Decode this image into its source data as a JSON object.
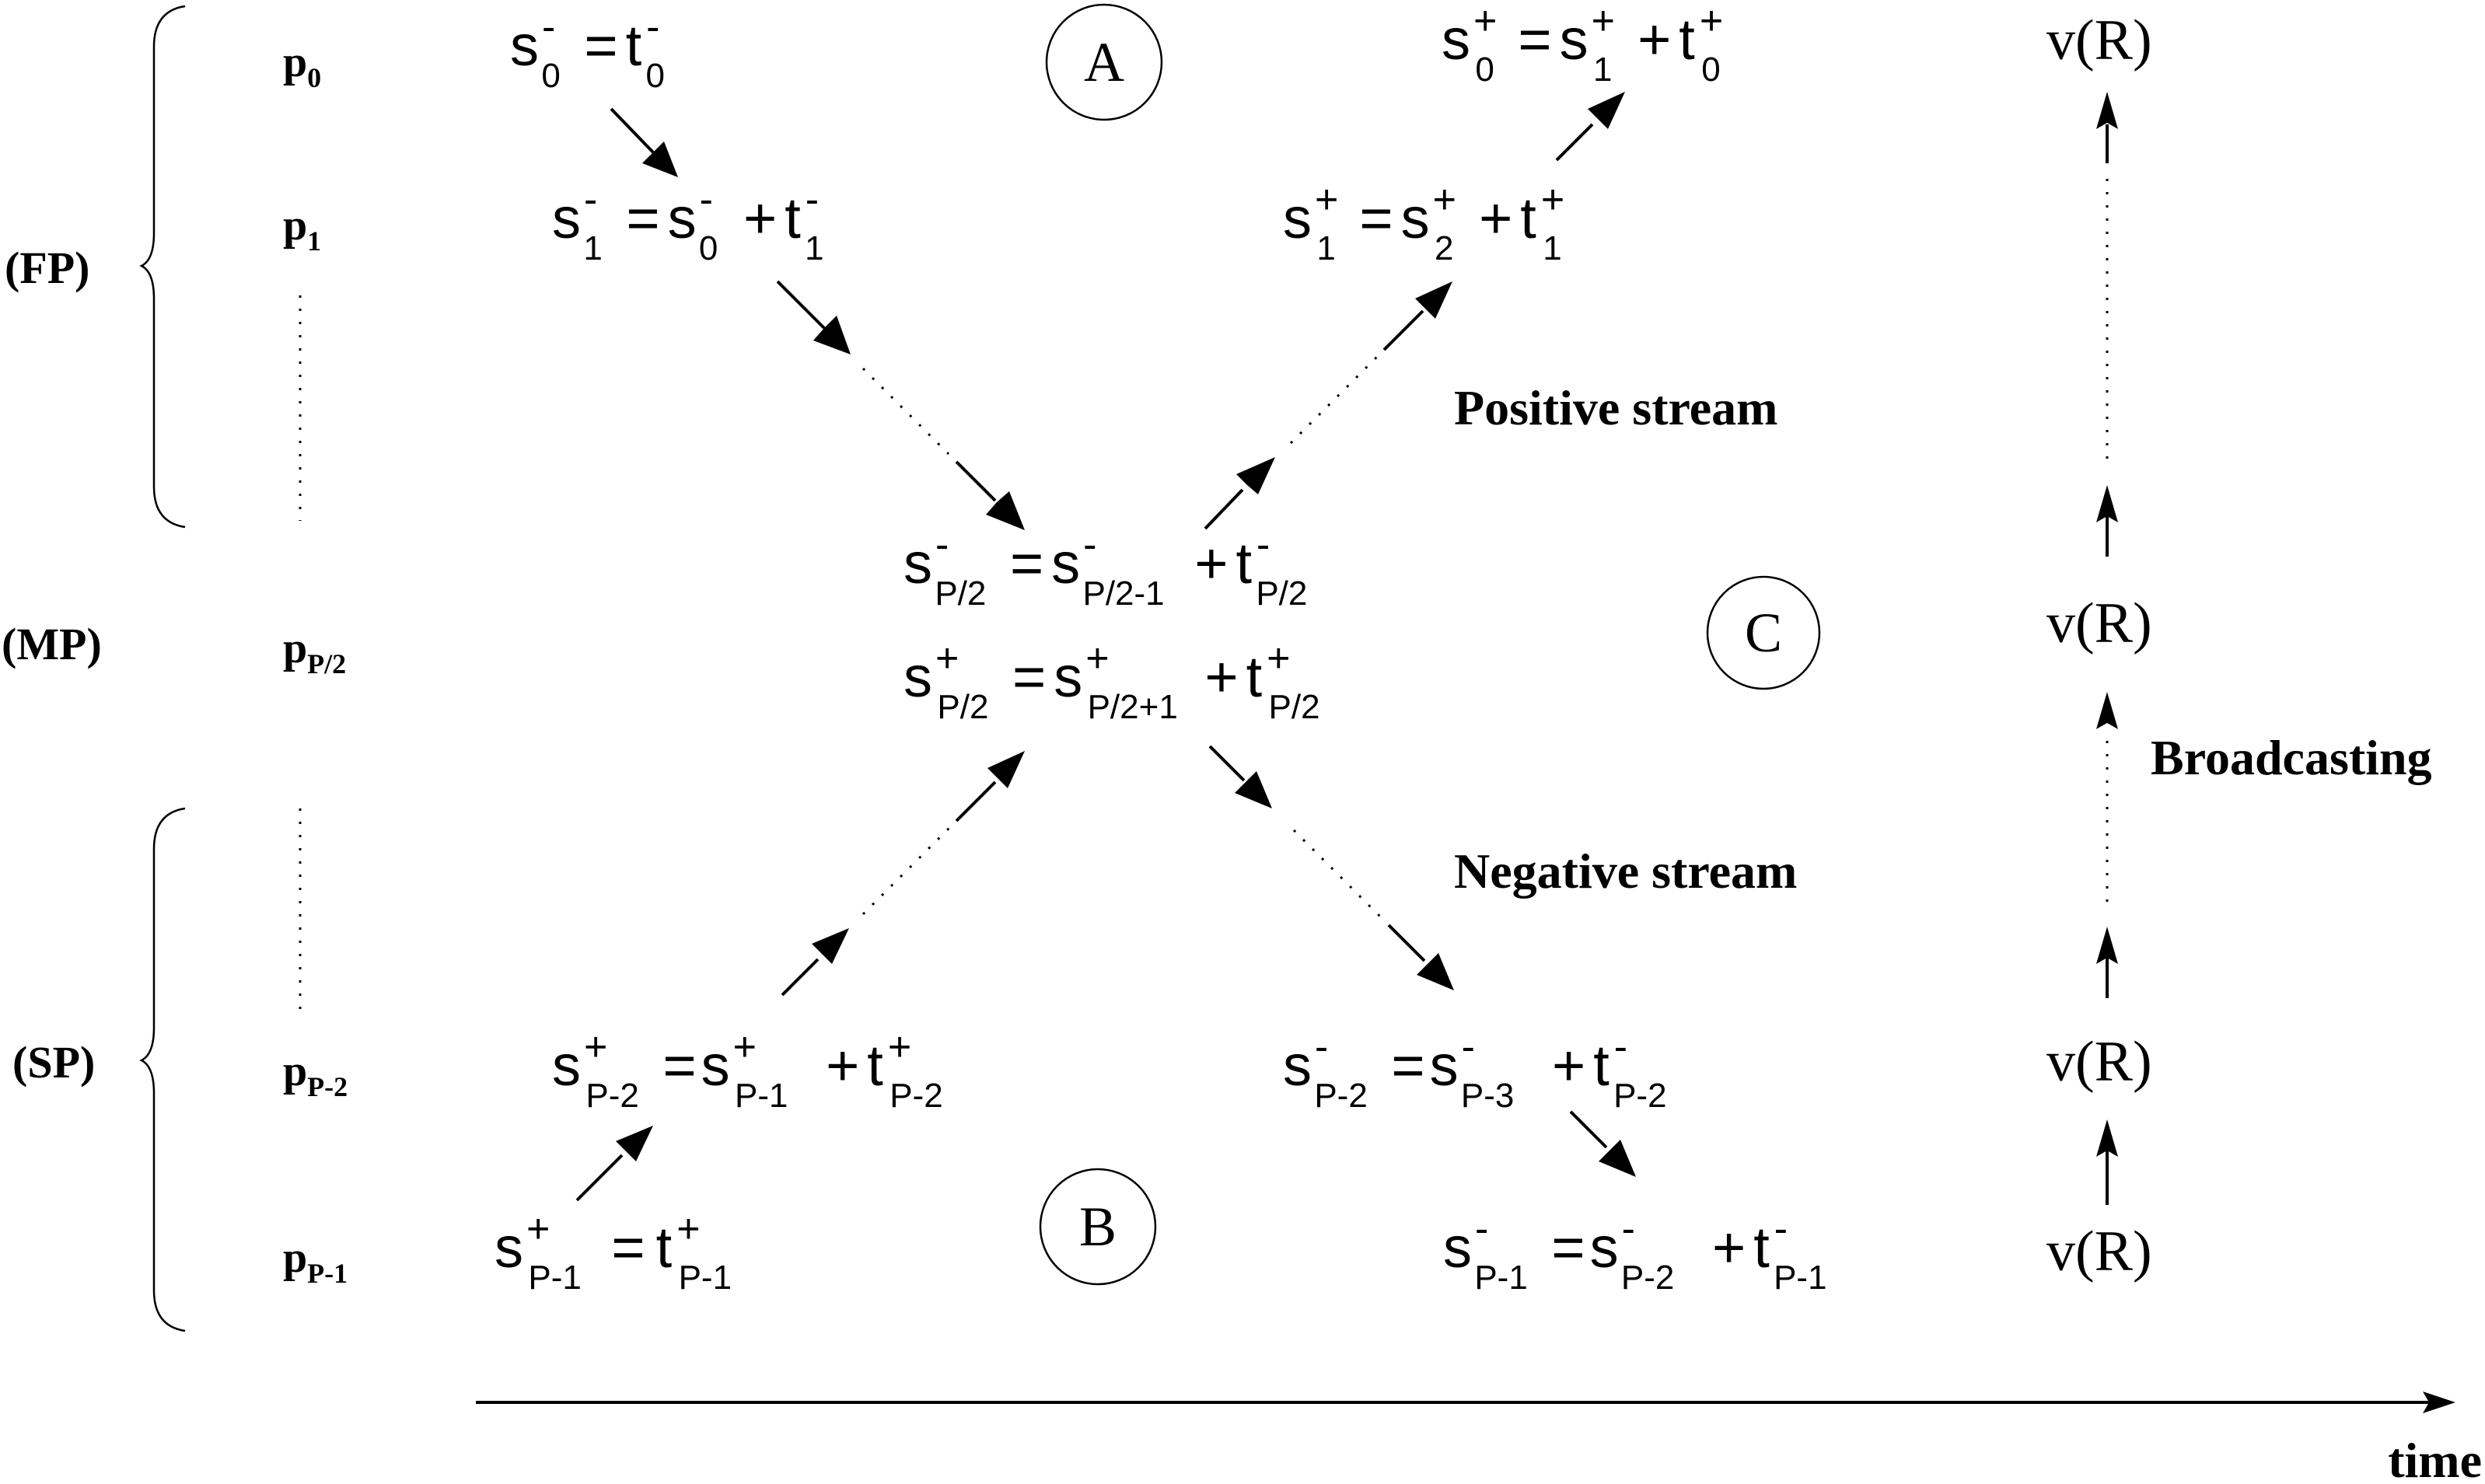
{
  "groups": {
    "fp": "(FP)",
    "mp": "(MP)",
    "sp": "(SP)"
  },
  "rows": {
    "p0": {
      "base": "p",
      "sub": "0"
    },
    "p1": {
      "base": "p",
      "sub": "1"
    },
    "pmid": {
      "base": "p",
      "sub": "P/2"
    },
    "pp2": {
      "base": "p",
      "sub": "P-2"
    },
    "pp1": {
      "base": "p",
      "sub": "P-1"
    }
  },
  "circles": {
    "a": "A",
    "b": "B",
    "c": "C"
  },
  "streams": {
    "positive": "Positive stream",
    "negative": "Negative stream",
    "broadcast": "Broadcasting"
  },
  "axis": {
    "time": "time"
  },
  "vr": {
    "label": "v(R)"
  },
  "symbols": {
    "s": "s",
    "t": "t",
    "eq": "=",
    "plus": "+",
    "minus": "-"
  },
  "formulas": {
    "sm0": {
      "l": "0",
      "r1": "0"
    },
    "sm1": {
      "l": "1",
      "r1": "0",
      "r2": "1"
    },
    "smh": {
      "l": "P/2",
      "r1": "P/2-1",
      "r2": "P/2"
    },
    "sph": {
      "l": "P/2",
      "r1": "P/2+1",
      "r2": "P/2"
    },
    "sp0": {
      "l": "0",
      "r1": "1",
      "r2": "0"
    },
    "sp1": {
      "l": "1",
      "r1": "2",
      "r2": "1"
    },
    "spp2": {
      "l": "P-2",
      "r1": "P-1",
      "r2": "P-2"
    },
    "spp1": {
      "l": "P-1",
      "r1": "P-1"
    },
    "smp2": {
      "l": "P-2",
      "r1": "P-3",
      "r2": "P-2"
    },
    "smp1": {
      "l": "P-1",
      "r1": "P-2",
      "r2": "P-1"
    }
  }
}
